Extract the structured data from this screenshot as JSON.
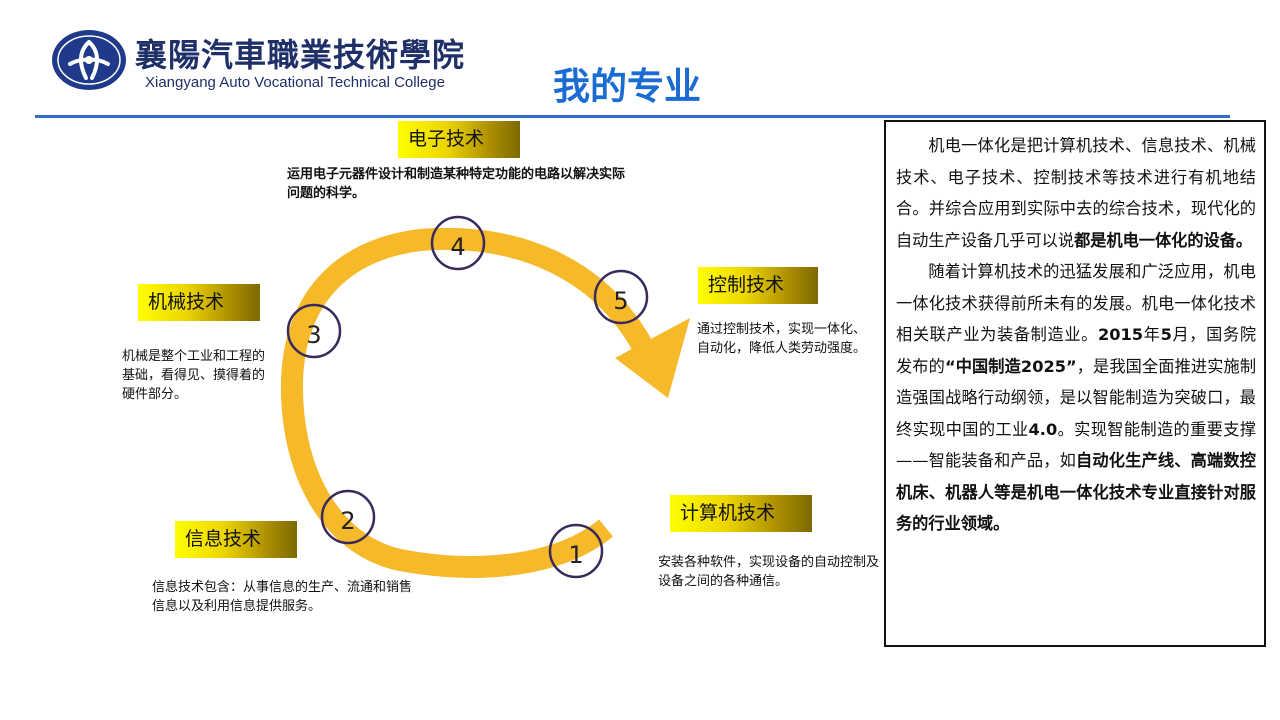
{
  "header": {
    "school_name_cn": "襄陽汽車職業技術學院",
    "school_name_en": "Xiangyang Auto Vocational Technical College",
    "page_title": "我的专业"
  },
  "cycle": {
    "arrow_color": "#f5b92a",
    "nodes": [
      {
        "number": "1",
        "title": "计算机技术",
        "desc": "安装各种软件，实现设备的自动控制及设备之间的各种通信。"
      },
      {
        "number": "2",
        "title": "信息技术",
        "desc": "信息技术包含：从事信息的生产、流通和销售信息以及利用信息提供服务。"
      },
      {
        "number": "3",
        "title": "机械技术",
        "desc": "机械是整个工业和工程的基础，看得见、摸得着的硬件部分。"
      },
      {
        "number": "4",
        "title": "电子技术",
        "desc": "运用电子元器件设计和制造某种特定功能的电路以解决实际问题的科学。"
      },
      {
        "number": "5",
        "title": "控制技术",
        "desc": "通过控制技术，实现一体化、自动化，降低人类劳动强度。"
      }
    ]
  },
  "article": {
    "p1_a": "机电一体化是把计算机技术、信息技术、机械技术、电子技术、控制技术等技术进行有机地结合。并综合应用到实际中去的综合技术，现代化的自动生产设备几乎可以说",
    "p1_b": "都是机电一体化的设备。",
    "p2_a": "随着计算机技术的迅猛发展和广泛应用，机电一体化技术获得前所未有的发展。机电一体化技术相关联产业为装备制造业。",
    "p2_b": "2015",
    "p2_c": "年",
    "p2_d": "5",
    "p2_e": "月，国务院发布的",
    "p2_f": "“中国制造2025”",
    "p2_g": "，是我国全面推进实施制造强国战略行动纲领，是以智能制造为突破口，最终实现中国的工业",
    "p2_h": "4.0",
    "p2_i": "。实现智能制造的重要支撑——智能装备和产品，如",
    "p2_j": "自动化生产线、高端数控机床、机器人等是机电一体化技术专业直接针对服务的行业领域。"
  }
}
